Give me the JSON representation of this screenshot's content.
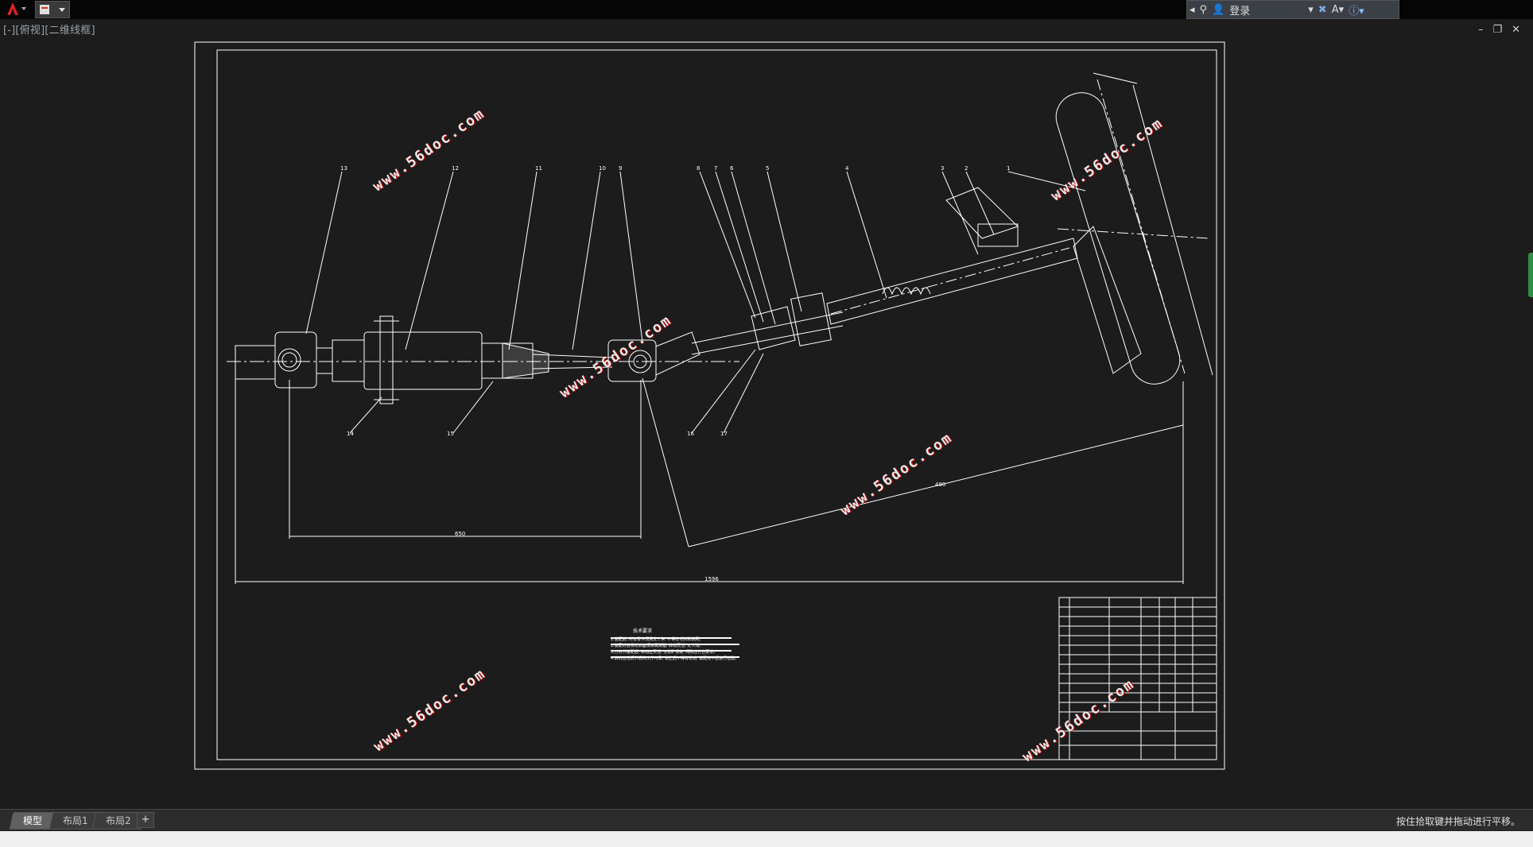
{
  "topbar": {
    "login_label": "登录"
  },
  "viewport": {
    "label": "[-][俯视][二维线框]",
    "window_controls": [
      "–",
      "❐",
      "✕"
    ]
  },
  "drawing": {
    "notes_title": "技术要求",
    "notes": [
      "1.装配前, 所有零件须清洗干净, 不得有毛刺和铁屑。",
      "2.装配时各滑动表面须涂润滑脂, 转动灵活, 无卡滞。",
      "3.万向节装配后, 转动应灵活, 无松旷现象, 间隙应符合要求。",
      "4.转向管柱调节机构工作可靠, 锁止后不得有松动, 装配完毕后进行检验。"
    ],
    "dimensions": [
      "650",
      "480",
      "1596"
    ],
    "balloons": [
      "13",
      "12",
      "11",
      "10",
      "9",
      "8",
      "7",
      "6",
      "5",
      "4",
      "3",
      "2",
      "1",
      "14",
      "15",
      "16",
      "17"
    ]
  },
  "watermarks": [
    "www.56doc.com",
    "www.56doc.com",
    "www.56doc.com",
    "www.56doc.com",
    "www.56doc.com",
    "www.56doc.com"
  ],
  "layout_tabs": [
    {
      "label": "模型",
      "active": true
    },
    {
      "label": "布局1",
      "active": false
    },
    {
      "label": "布局2",
      "active": false
    }
  ],
  "add_tab_label": "+",
  "status_text": "按住拾取键并拖动进行平移。",
  "colors": {
    "background": "#1c1c1c",
    "linework": "#ffffff",
    "watermark_shadow": "#bb0000"
  }
}
